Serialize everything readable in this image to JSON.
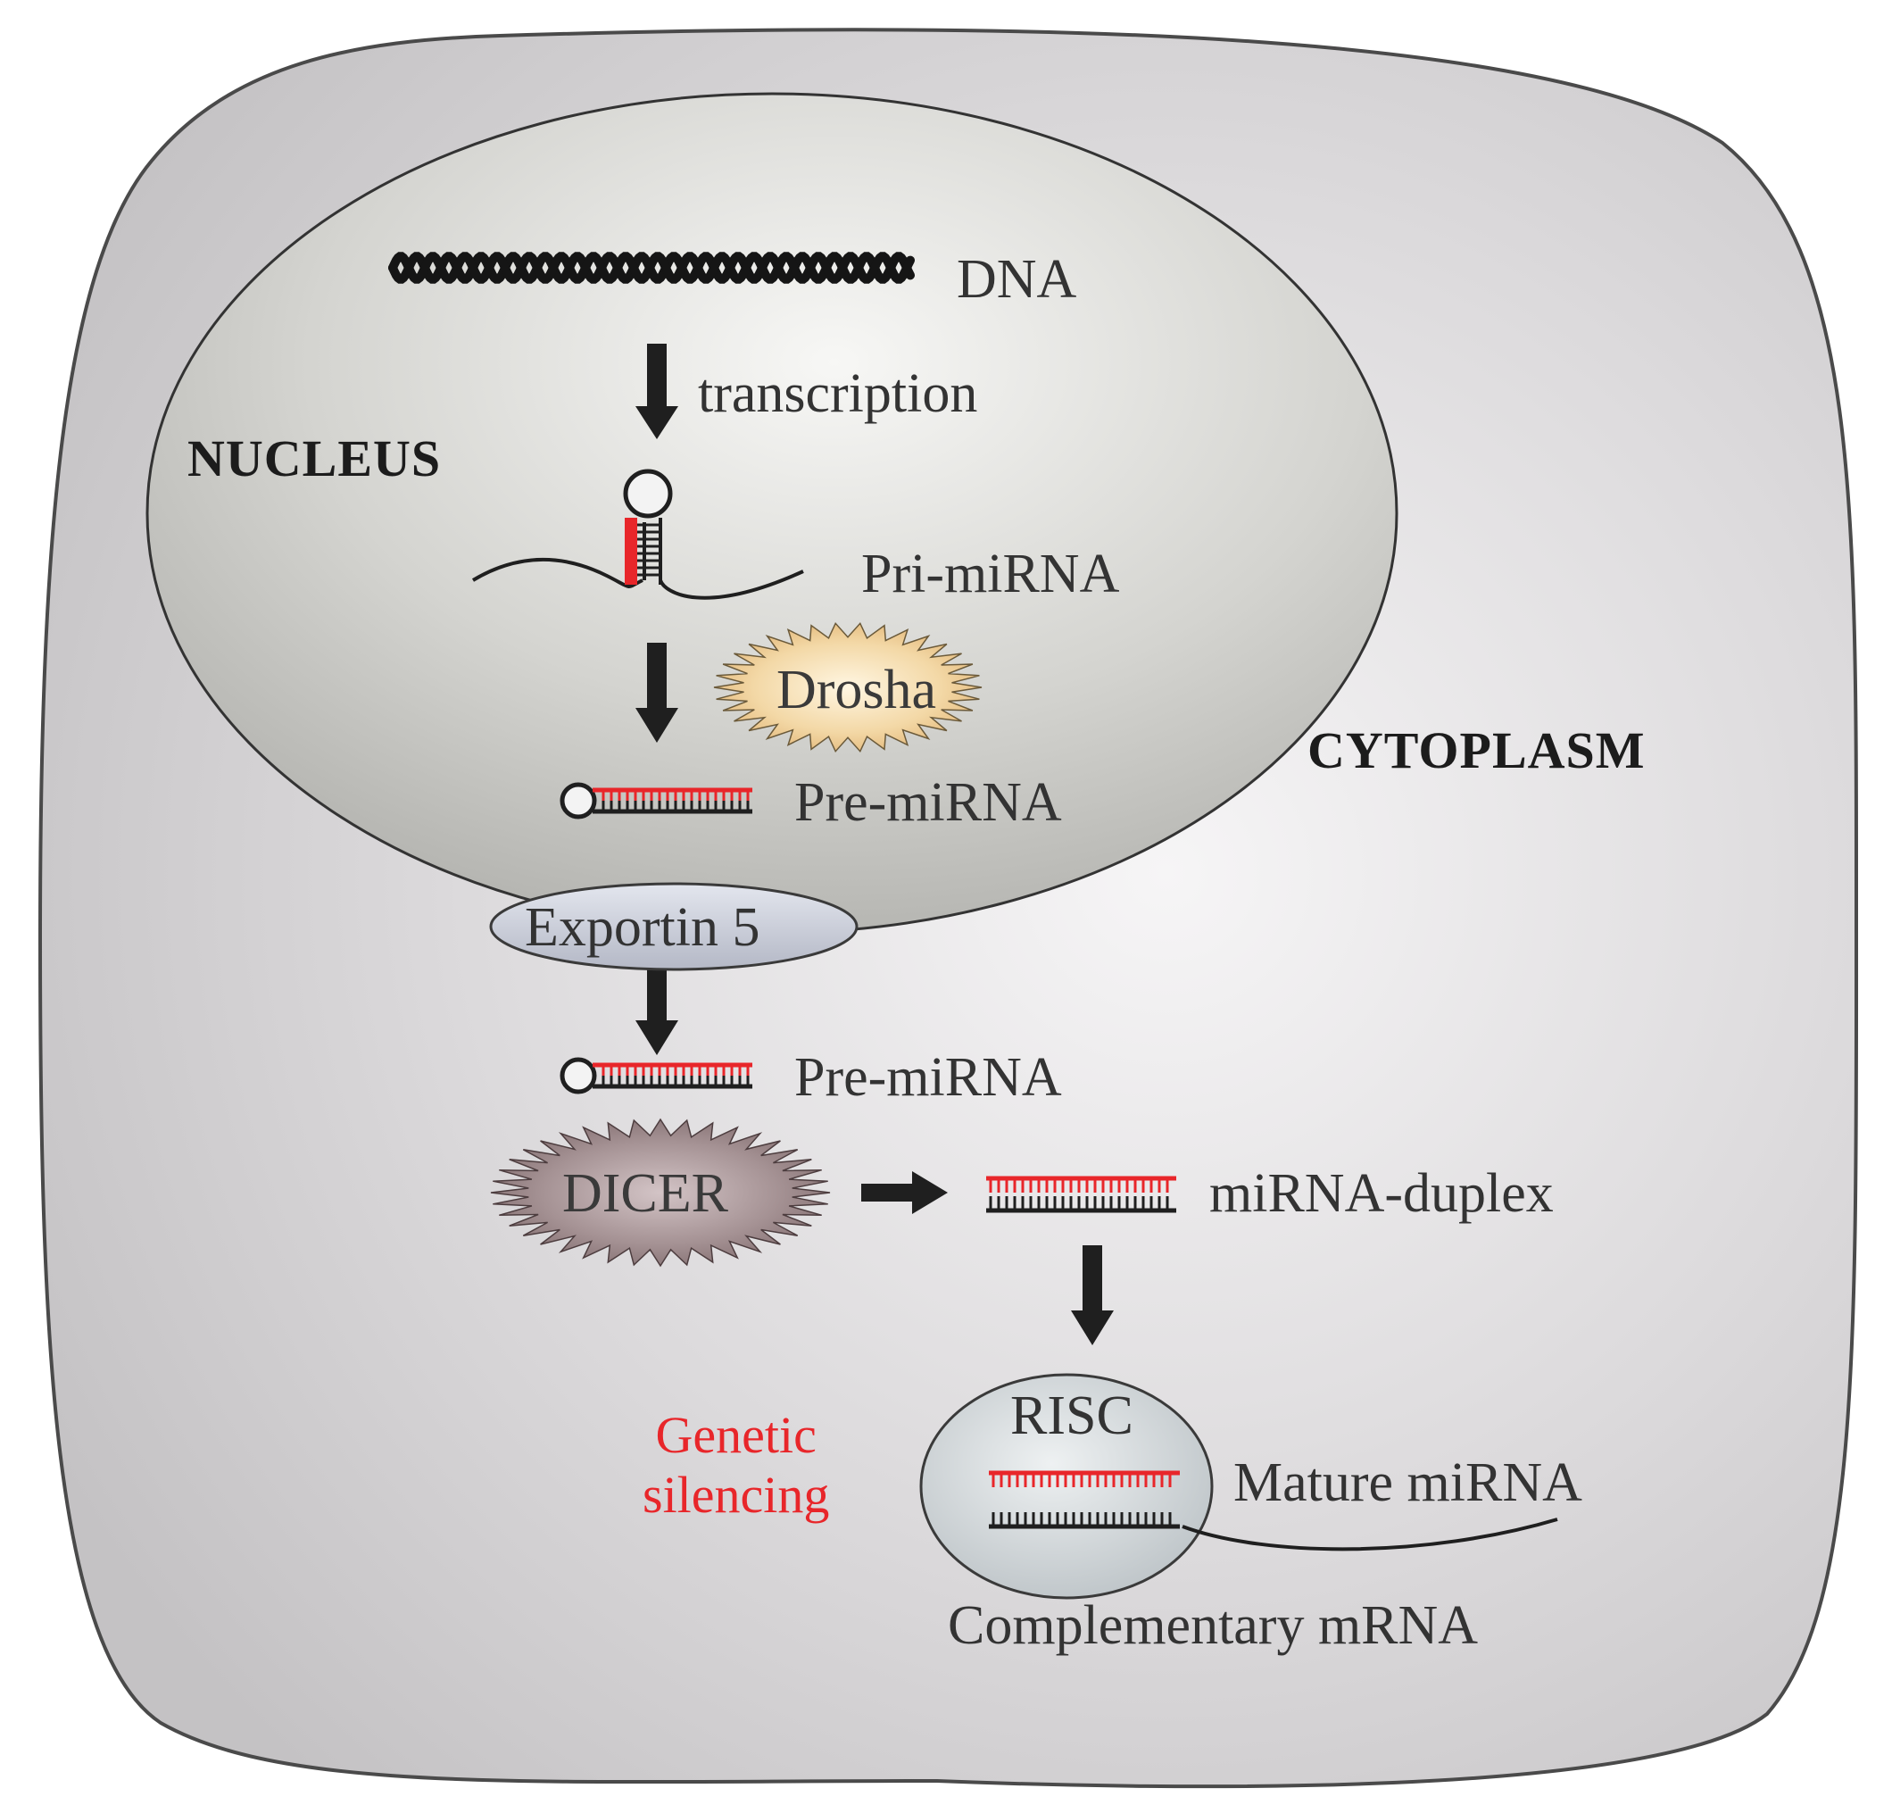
{
  "compartments": {
    "nucleus": "NUCLEUS",
    "cytoplasm": "CYTOPLASM"
  },
  "molecules": {
    "dna": "DNA",
    "transcription": "transcription",
    "pri_mirna": "Pri-miRNA",
    "pre_mirna_nuclear": "Pre-miRNA",
    "pre_mirna_cytoplasmic": "Pre-miRNA",
    "mirna_duplex": "miRNA-duplex",
    "mature_mirna": "Mature miRNA",
    "complementary_mrna": "Complementary mRNA"
  },
  "proteins": {
    "drosha": "Drosha",
    "exportin": "Exportin 5",
    "dicer": "DICER",
    "risc": "RISC"
  },
  "outcome": {
    "line1": "Genetic",
    "line2": "silencing"
  },
  "colors": {
    "mirna_strand": "#e8262a",
    "outcome_text": "#e8262a",
    "cell_fill": "#d9d7d9",
    "nucleus_fill": "#cfcfcb",
    "drosha_fill": "#f1d7a8",
    "dicer_fill": "#a89496",
    "exportin_fill": "#c8ccd6",
    "risc_fill": "#c6ccd0"
  }
}
